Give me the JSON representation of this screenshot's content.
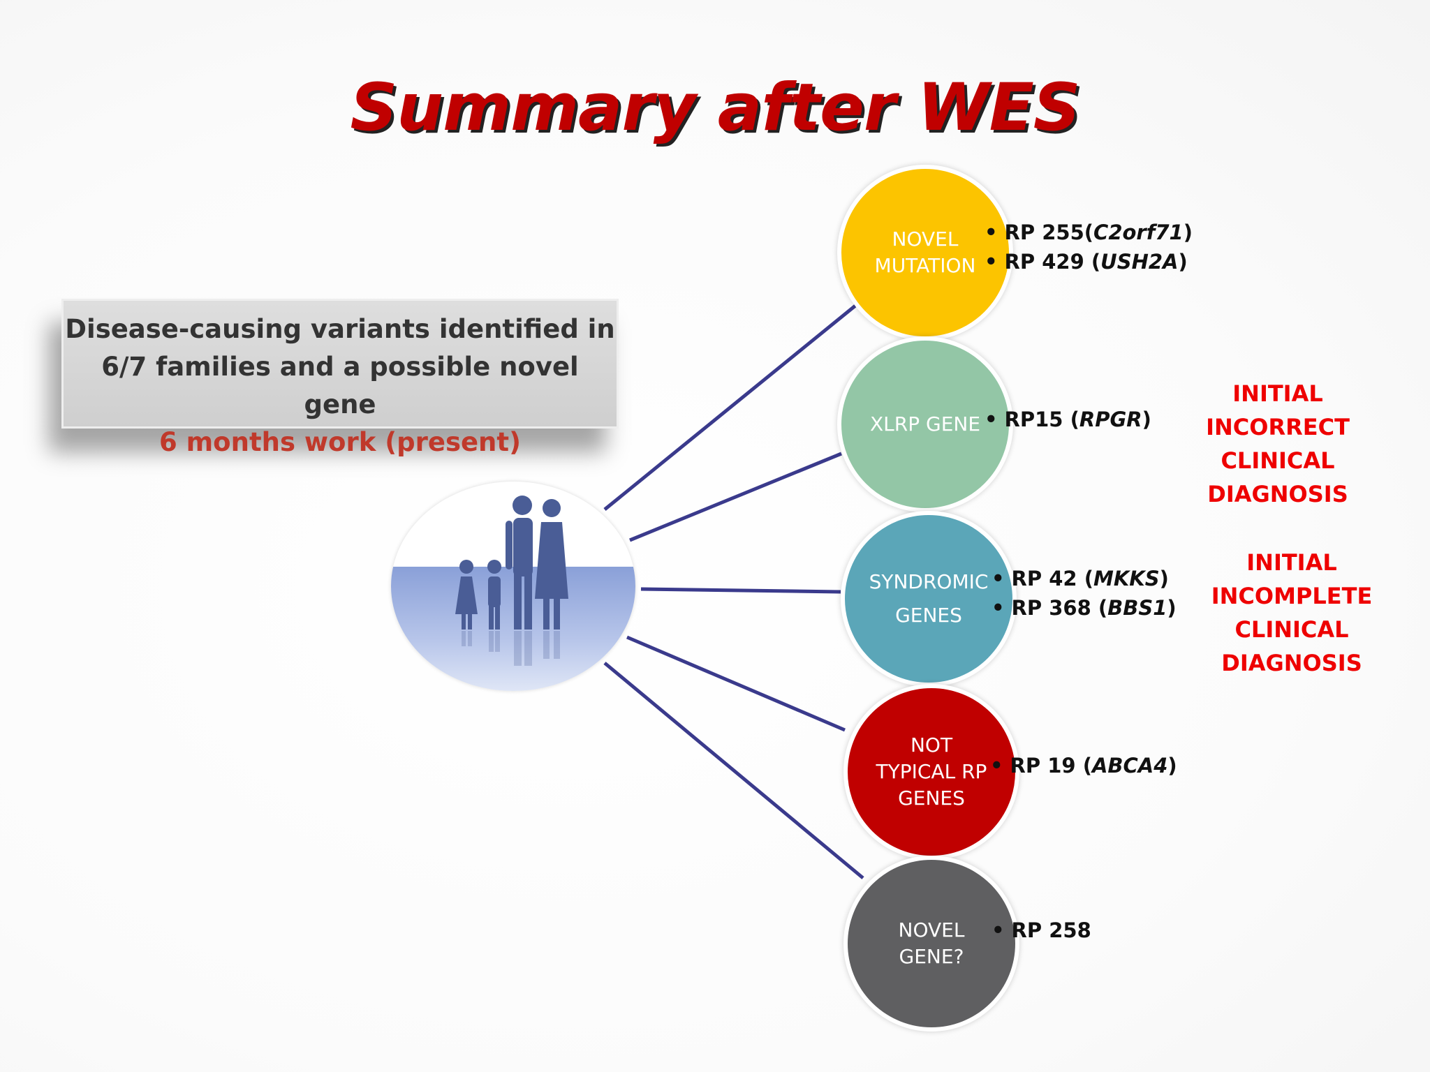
{
  "title": "Summary after WES",
  "summary": {
    "line1": "Disease-causing variants identified  in",
    "line2": "6/7 families and a possible novel gene",
    "line3": "6 months work (present)"
  },
  "categories": [
    {
      "label_lines": [
        "NOVEL",
        "MUTATION"
      ],
      "color": "#fcc400",
      "entries": [
        {
          "id": "RP 255",
          "gene": "C2orf71",
          "sep": ""
        },
        {
          "id": "RP 429",
          "gene": "USH2A",
          "sep": " "
        }
      ]
    },
    {
      "label_lines": [
        "XLRP GENE"
      ],
      "color": "#93c6a6",
      "entries": [
        {
          "id": "RP15",
          "gene": "RPGR",
          "sep": " "
        }
      ]
    },
    {
      "label_lines": [
        "SYNDROMIC",
        "GENES"
      ],
      "color": "#5ba6b8",
      "entries": [
        {
          "id": "RP 42",
          "gene": "MKKS",
          "sep": " "
        },
        {
          "id": "RP 368",
          "gene": "BBS1",
          "sep": " "
        }
      ]
    },
    {
      "label_lines": [
        "NOT",
        "TYPICAL RP",
        "GENES"
      ],
      "color": "#c00000",
      "entries": [
        {
          "id": "RP 19",
          "gene": "ABCA4",
          "sep": " "
        }
      ]
    },
    {
      "label_lines": [
        "NOVEL",
        "GENE?"
      ],
      "color": "#5f5f61",
      "entries": [
        {
          "id": "RP 258",
          "gene": "",
          "sep": ""
        }
      ]
    }
  ],
  "notes": [
    {
      "lines": [
        "INITIAL",
        "INCORRECT",
        "CLINICAL",
        "DIAGNOSIS"
      ]
    },
    {
      "lines": [
        "INITIAL",
        "INCOMPLETE",
        "CLINICAL",
        "DIAGNOSIS"
      ]
    }
  ],
  "colors": {
    "title": "#c00000",
    "note": "#ee0000",
    "connector": "#3a3a8c"
  },
  "hub_icon": "family-icon"
}
